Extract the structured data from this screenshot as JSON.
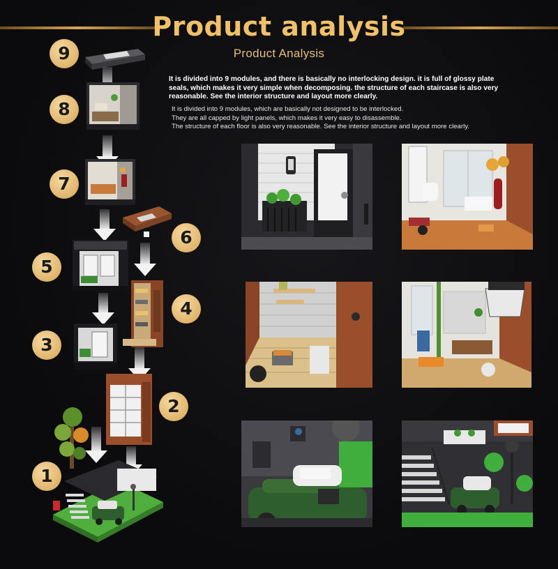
{
  "header": {
    "title": "Product analysis",
    "subtitle": "Product Analysis"
  },
  "description": {
    "bold_lines": [
      "It is divided into 9 modules, and there is basically no interlocking design. it is full of glossy plate",
      "seals, which makes it very simple when decomposing. the structure of each staircase is also very",
      "reasonable. See the interior structure and layout more clearly."
    ],
    "plain_lines": [
      "It is divided into 9 modules, which are basically not designed to be interlocked.",
      "They are all capped by light panels, which makes it very easy to disassemble.",
      "The structure of each floor is also very reasonable. See the interior structure and layout more clearly."
    ]
  },
  "modules": [
    {
      "number": "9"
    },
    {
      "number": "8"
    },
    {
      "number": "7"
    },
    {
      "number": "6"
    },
    {
      "number": "5"
    },
    {
      "number": "4"
    },
    {
      "number": "3"
    },
    {
      "number": "2"
    },
    {
      "number": "1"
    }
  ],
  "colors": {
    "accent_gold": "#f0c06a",
    "badge": "#e0b56c",
    "arrow": "#f2f2f2",
    "brick": "#9a4e2c",
    "tile": "#c9a87a",
    "car_green": "#2f5e2e",
    "plant_green": "#3f8f2f"
  }
}
